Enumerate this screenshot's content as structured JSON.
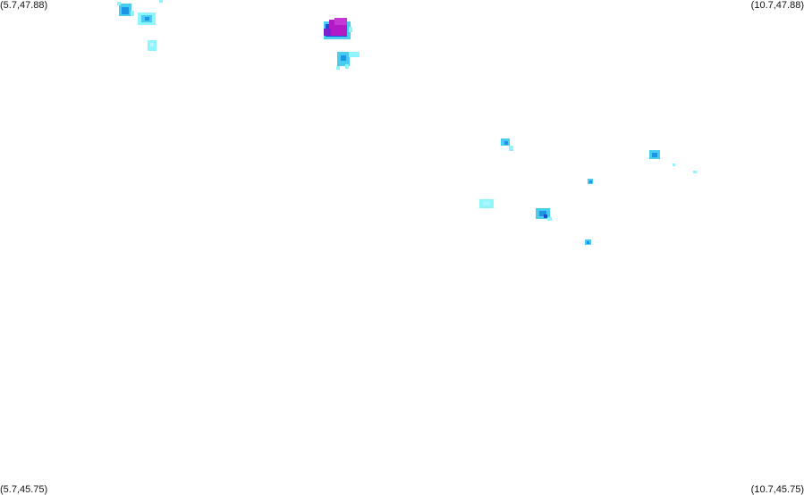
{
  "map": {
    "corners": {
      "top_left": "(5.7,47.88)",
      "top_right": "(10.7,47.88)",
      "bottom_left": "(5.7,45.75)",
      "bottom_right": "(10.7,45.75)"
    },
    "palette": {
      "light": "#8ff4fb",
      "medium": "#48cdf0",
      "strong": "#1f93e6",
      "heavy": "#1a4fd6",
      "extreme": "#b21ac8"
    }
  }
}
